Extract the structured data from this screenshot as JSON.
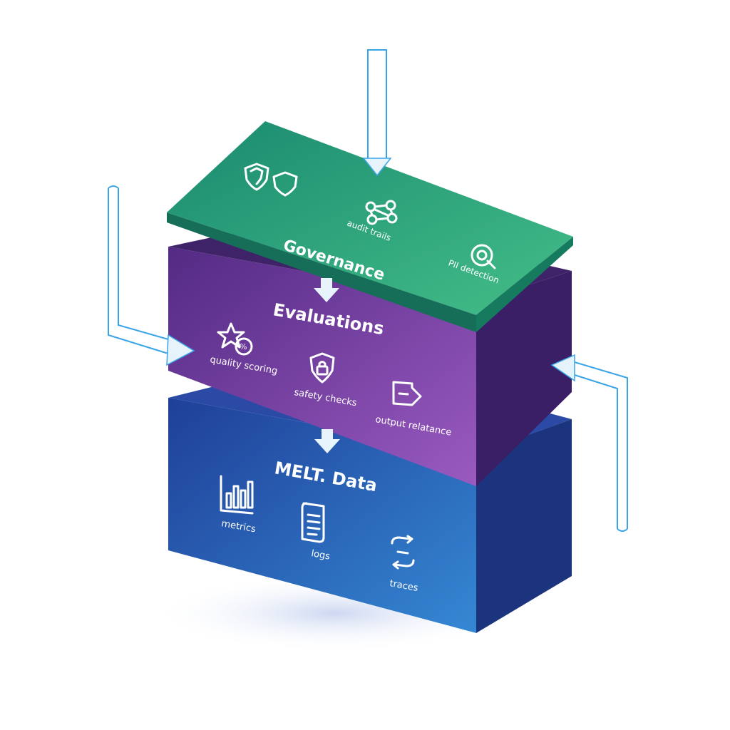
{
  "layers": {
    "governance": {
      "title": "Governance",
      "items": [
        "audit trails",
        "PII detection"
      ],
      "color_top_start": "#1a8a70",
      "color_top_end": "#44be88"
    },
    "evaluations": {
      "title": "Evaluations",
      "items": [
        "quality scoring",
        "safety checks",
        "output relatance"
      ],
      "color_front_start": "#5b2f8c",
      "color_front_end": "#9a5ac0"
    },
    "melt": {
      "title": "MELT. Data",
      "items": [
        "metrics",
        "logs",
        "traces"
      ],
      "color_front_start": "#1f3f98",
      "color_front_end": "#3588d4"
    }
  },
  "icons": {
    "governance": [
      "shields-icon",
      "audit-trails-icon",
      "pii-detection-icon"
    ],
    "evaluations": [
      "quality-scoring-icon",
      "safety-checks-icon",
      "output-relevance-icon"
    ],
    "melt": [
      "metrics-icon",
      "logs-icon",
      "traces-icon"
    ]
  },
  "colors": {
    "connector": "#3aa4e8",
    "arrow": "#e6f3fb"
  }
}
